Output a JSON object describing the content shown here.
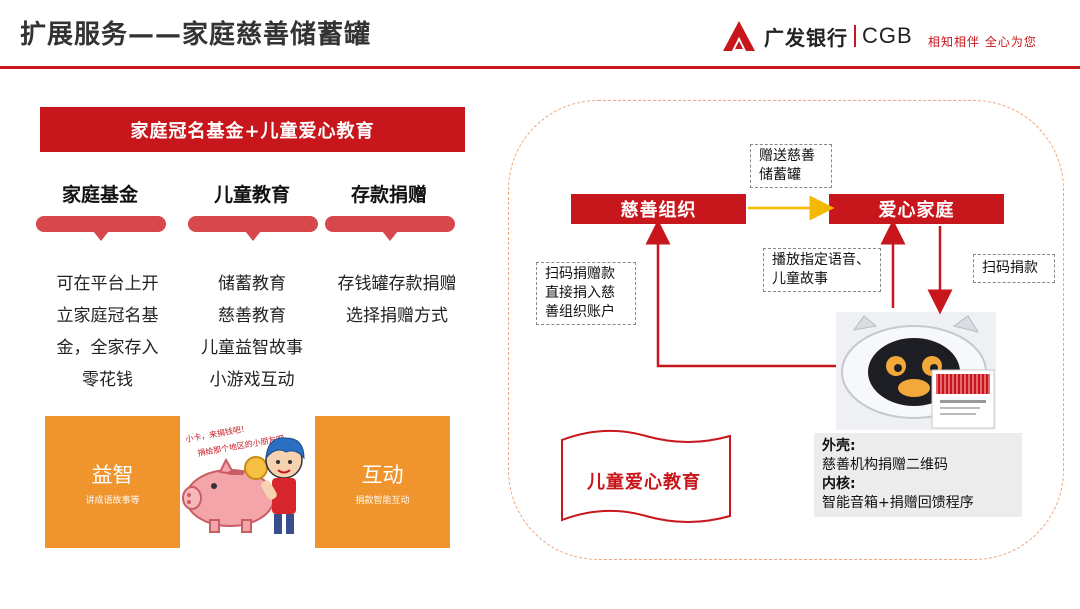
{
  "header": {
    "title": "扩展服务——家庭慈善储蓄罐",
    "logo_cn": "广发银行",
    "logo_en": "CGB",
    "slogan": "相知相伴  全心为您"
  },
  "left": {
    "banner": "家庭冠名基金+儿童爱心教育",
    "columns": [
      {
        "head": "家庭基金",
        "lines": [
          "可在平台上开",
          "立家庭冠名基",
          "金，全家存入",
          "零花钱"
        ]
      },
      {
        "head": "儿童教育",
        "lines": [
          "储蓄教育",
          "慈善教育",
          "儿童益智故事",
          "小游戏互动"
        ]
      },
      {
        "head": "存款捐赠",
        "lines": [
          "存钱罐存款捐赠",
          "选择捐赠方式"
        ]
      }
    ],
    "box_left": {
      "big": "益智",
      "small": "讲成语故事等"
    },
    "box_right": {
      "big": "互动",
      "small": "捐款智能互动"
    },
    "illus_caption_1": "小卡，来捐钱吧！",
    "illus_caption_2": "捐给那个地区的小朋友吧"
  },
  "right": {
    "org": "慈善组织",
    "family": "爱心家庭",
    "note_gift": [
      "赠送慈善",
      "储蓄罐"
    ],
    "note_scan_donate": [
      "扫码捐赠款",
      "直接捐入慈",
      "善组织账户"
    ],
    "note_play": [
      "播放指定语音、",
      "儿童故事"
    ],
    "note_scan": "扫码捐款",
    "flag_label": "儿童爱心教育",
    "info": {
      "shell_label": "外壳:",
      "shell_text": "慈善机构捐赠二维码",
      "core_label": "内核:",
      "core_text": "智能音箱+捐赠回馈程序"
    }
  },
  "colors": {
    "brand_red": "#c8161d",
    "orange": "#f0952e",
    "arrow_yellow": "#f5b800"
  }
}
